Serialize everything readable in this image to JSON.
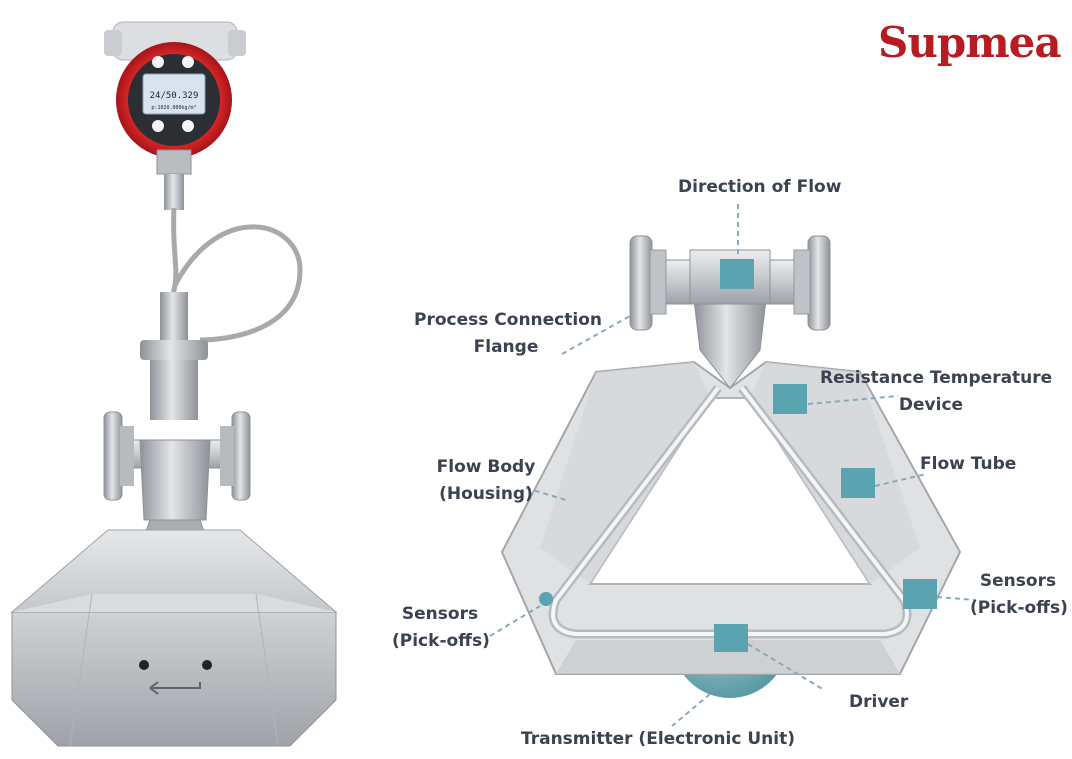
{
  "brand": {
    "name": "Supmea"
  },
  "device": {
    "display_line_1": "24/50.329",
    "display_line_2": "p:1020.000kg/m³"
  },
  "labels": {
    "direction_of_flow": "Direction of Flow",
    "process_connection_flange_1": "Process Connection",
    "process_connection_flange_2": "Flange",
    "rtd_1": "Resistance Temperature",
    "rtd_2": "Device",
    "flow_body_1": "Flow Body",
    "flow_body_2": "(Housing)",
    "flow_tube": "Flow Tube",
    "sensors_left_1": "Sensors",
    "sensors_left_2": "(Pick-offs)",
    "sensors_right_1": "Sensors",
    "sensors_right_2": "(Pick-offs)",
    "driver": "Driver",
    "transmitter": "Transmitter (Electronic Unit)"
  },
  "colors": {
    "brand_red": "#b71c22",
    "marker_teal": "#5aa3b0",
    "leader_line": "#86aab8",
    "label_text": "#3b4250"
  }
}
